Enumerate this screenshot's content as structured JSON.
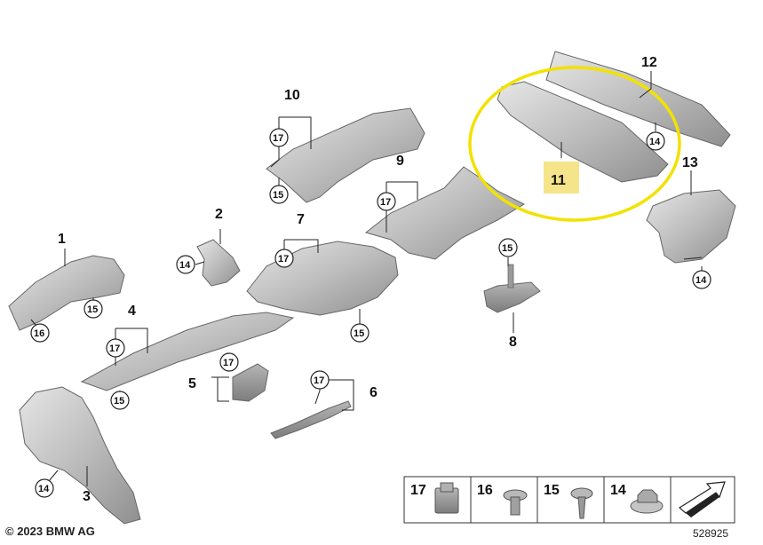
{
  "diagram": {
    "copyright": "© 2023 BMW AG",
    "reference": "528925",
    "part_numbers": [
      "1",
      "2",
      "3",
      "4",
      "5",
      "6",
      "7",
      "8",
      "9",
      "10",
      "11",
      "12",
      "13"
    ],
    "fastener_numbers": [
      "14",
      "15",
      "16",
      "17"
    ],
    "legend_labels": [
      "17",
      "16",
      "15",
      "14"
    ],
    "highlight_color": "#f2e200",
    "label_highlight_fill": "#f6e48a",
    "part_fill": "#c9c9c9"
  }
}
